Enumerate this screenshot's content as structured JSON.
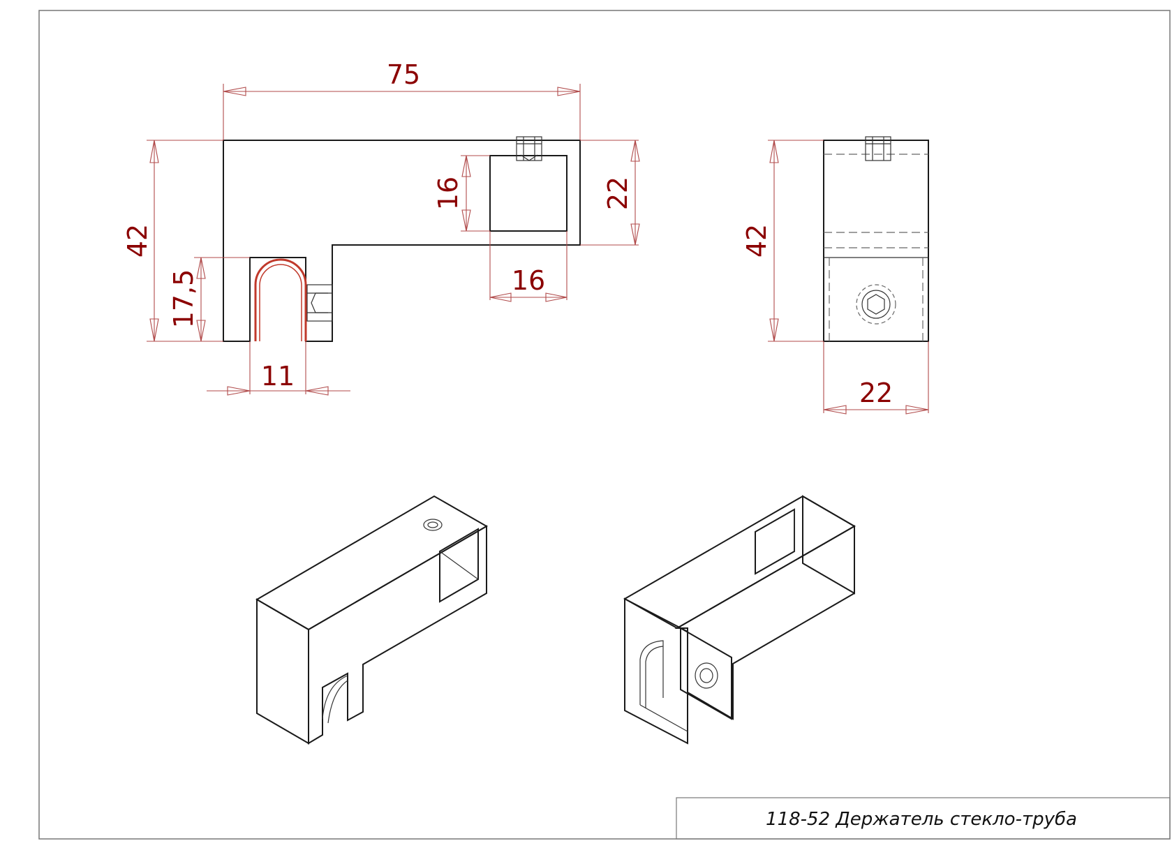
{
  "title_block": {
    "text": "118-52 Держатель стекло-труба"
  },
  "dimensions": {
    "front_width": "75",
    "front_height": "42",
    "slot_height": "17,5",
    "slot_width": "11",
    "tube_square_height": "16",
    "tube_square_width": "16",
    "right_block_height": "22",
    "side_height": "42",
    "side_width": "22"
  },
  "colors": {
    "dimension": "#8b0000",
    "dimension_line": "#b04a4a",
    "outline": "#1a1a1a",
    "slot": "#c0392b"
  }
}
